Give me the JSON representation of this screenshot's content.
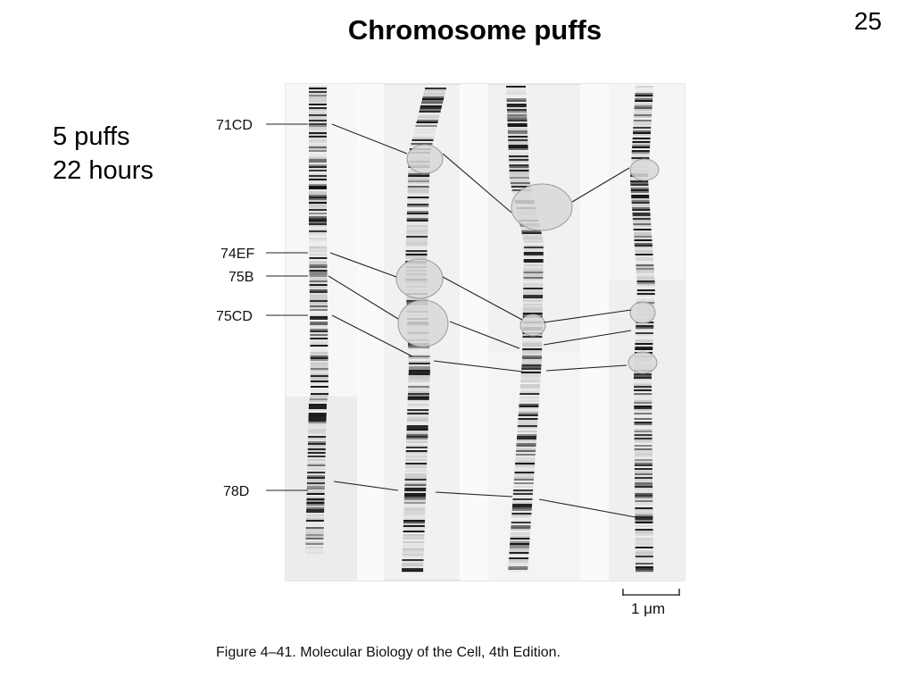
{
  "slide": {
    "title": "Chromosome puffs",
    "number": "25",
    "notes": [
      "5 puffs",
      "22 hours"
    ]
  },
  "figure": {
    "labels": [
      "71CD",
      "74EF",
      "75B",
      "75CD",
      "78D"
    ],
    "scale_bar": "1 μm",
    "caption": "Figure 4–41. Molecular Biology of the Cell, 4th Edition."
  }
}
